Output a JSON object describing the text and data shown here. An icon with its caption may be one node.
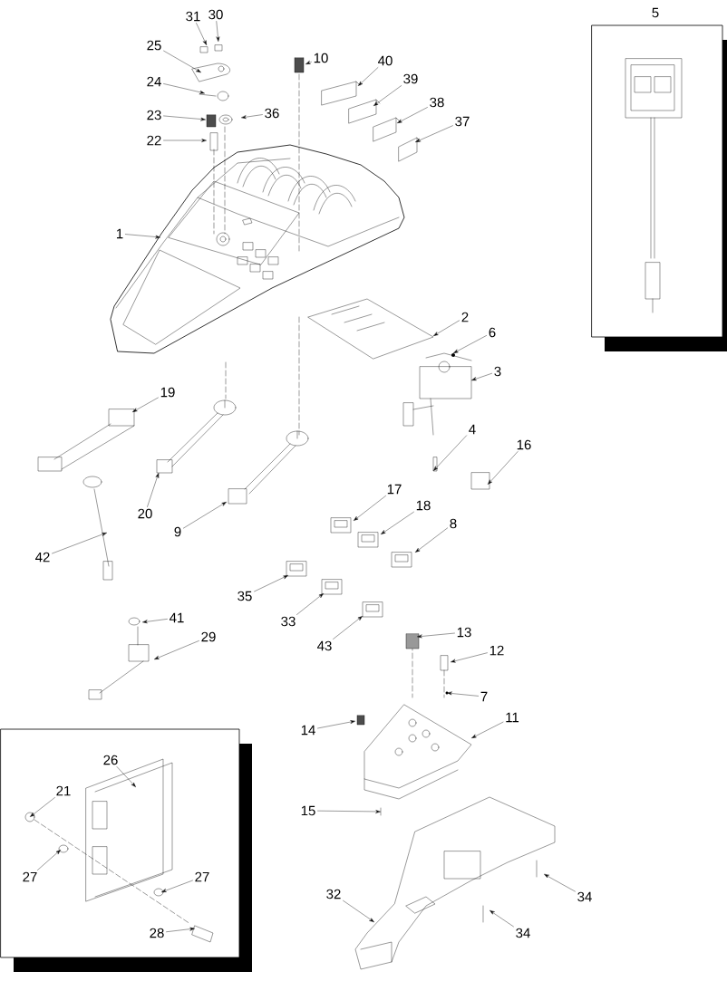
{
  "diagram": {
    "nodes": [
      {
        "text": [
          "5"
        ]
      },
      {
        "text": [
          "31"
        ]
      },
      {
        "text": [
          "30"
        ]
      },
      {
        "text": [
          "25"
        ]
      },
      {
        "text": [
          "10"
        ]
      },
      {
        "text": [
          "40"
        ]
      },
      {
        "text": [
          "24"
        ]
      },
      {
        "text": [
          "39"
        ]
      },
      {
        "text": [
          "23"
        ]
      },
      {
        "text": [
          "36"
        ]
      },
      {
        "text": [
          "38"
        ]
      },
      {
        "text": [
          "22"
        ]
      },
      {
        "text": [
          "37"
        ]
      },
      {
        "text": [
          "1"
        ]
      },
      {
        "text": [
          "2"
        ]
      },
      {
        "text": [
          "6"
        ]
      },
      {
        "text": [
          "3"
        ]
      },
      {
        "text": [
          "19"
        ]
      },
      {
        "text": [
          "4"
        ]
      },
      {
        "text": [
          "16"
        ]
      },
      {
        "text": [
          "20"
        ]
      },
      {
        "text": [
          "9"
        ]
      },
      {
        "text": [
          "17"
        ]
      },
      {
        "text": [
          "18"
        ]
      },
      {
        "text": [
          "8"
        ]
      },
      {
        "text": [
          "42"
        ]
      },
      {
        "text": [
          "35"
        ]
      },
      {
        "text": [
          "33"
        ]
      },
      {
        "text": [
          "43"
        ]
      },
      {
        "text": [
          "41"
        ]
      },
      {
        "text": [
          "13"
        ]
      },
      {
        "text": [
          "29"
        ]
      },
      {
        "text": [
          "12"
        ]
      },
      {
        "text": [
          "7"
        ]
      },
      {
        "text": [
          "14"
        ]
      },
      {
        "text": [
          "11"
        ]
      },
      {
        "text": [],
        "shape": "box"
      },
      {
        "text": [
          "26"
        ],
        "in": 36
      },
      {
        "text": [
          "21"
        ],
        "in": 36
      },
      {
        "text": [
          "27"
        ],
        "in": 36
      },
      {
        "text": [
          "27"
        ],
        "in": 36
      },
      {
        "text": [
          "28"
        ],
        "in": 36
      },
      {
        "text": [
          "15"
        ]
      },
      {
        "text": [
          "32"
        ]
      },
      {
        "text": [
          "34"
        ]
      },
      {
        "text": [
          "34"
        ]
      }
    ],
    "edges": [
      {
        "from": 1,
        "to": null,
        "arrow": "to"
      },
      {
        "from": 2,
        "to": null,
        "arrow": "to"
      },
      {
        "from": 3,
        "to": null,
        "arrow": "to"
      },
      {
        "from": 4,
        "to": null,
        "arrow": "to"
      },
      {
        "from": 5,
        "to": null,
        "arrow": "to"
      },
      {
        "from": 6,
        "to": null,
        "arrow": "to"
      },
      {
        "from": 7,
        "to": null,
        "arrow": "to"
      },
      {
        "from": 8,
        "to": null,
        "arrow": "to"
      },
      {
        "from": 9,
        "to": null,
        "arrow": "to"
      },
      {
        "from": 10,
        "to": null,
        "arrow": "to"
      },
      {
        "from": 11,
        "to": null,
        "arrow": "to"
      },
      {
        "from": 12,
        "to": null,
        "arrow": "to"
      },
      {
        "from": 13,
        "to": null,
        "arrow": "to"
      },
      {
        "from": 14,
        "to": null,
        "arrow": "to"
      },
      {
        "from": 15,
        "to": null,
        "arrow": "to"
      },
      {
        "from": 16,
        "to": null,
        "arrow": "to"
      },
      {
        "from": 17,
        "to": null,
        "arrow": "to"
      },
      {
        "from": 18,
        "to": null,
        "arrow": "to"
      },
      {
        "from": 19,
        "to": null,
        "arrow": "to"
      },
      {
        "from": 20,
        "to": null,
        "arrow": "to"
      },
      {
        "from": 21,
        "to": null,
        "arrow": "to"
      },
      {
        "from": 22,
        "to": null,
        "arrow": "to"
      },
      {
        "from": 23,
        "to": null,
        "arrow": "to"
      },
      {
        "from": 24,
        "to": null,
        "arrow": "to"
      },
      {
        "from": 25,
        "to": null,
        "arrow": "to"
      },
      {
        "from": 26,
        "to": null,
        "arrow": "to"
      },
      {
        "from": 27,
        "to": null,
        "arrow": "to"
      },
      {
        "from": 28,
        "to": null,
        "arrow": "to"
      },
      {
        "from": 29,
        "to": null,
        "arrow": "to"
      },
      {
        "from": 30,
        "to": null,
        "arrow": "to"
      },
      {
        "from": 31,
        "to": null,
        "arrow": "to"
      },
      {
        "from": 32,
        "to": null,
        "arrow": "to"
      },
      {
        "from": 33,
        "to": null,
        "arrow": "to"
      },
      {
        "from": 34,
        "to": null,
        "arrow": "to"
      },
      {
        "from": 35,
        "to": null,
        "arrow": "to"
      },
      {
        "from": 37,
        "to": null,
        "arrow": "to"
      },
      {
        "from": 38,
        "to": null,
        "arrow": "to"
      },
      {
        "from": 39,
        "to": null,
        "arrow": "to"
      },
      {
        "from": 40,
        "to": null,
        "arrow": "to"
      },
      {
        "from": 41,
        "to": null,
        "arrow": "to"
      },
      {
        "from": 42,
        "to": null,
        "arrow": "to"
      },
      {
        "from": 43,
        "to": null,
        "arrow": "to"
      },
      {
        "from": 44,
        "to": null,
        "arrow": "to"
      },
      {
        "from": 45,
        "to": null,
        "arrow": "to"
      }
    ]
  }
}
